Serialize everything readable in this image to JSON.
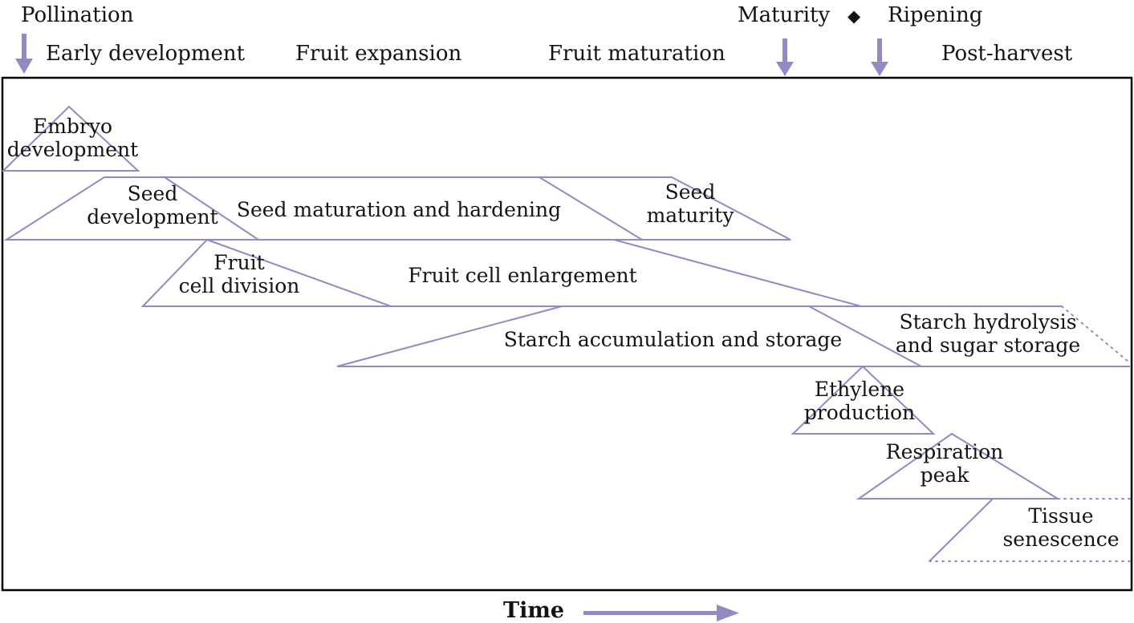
{
  "palette": {
    "line_purple": "#9589c1",
    "text": "#141414",
    "frame": "#000000"
  },
  "header": {
    "pollination": "Pollination",
    "early_development": "Early development",
    "fruit_expansion": "Fruit expansion",
    "fruit_maturation": "Fruit maturation",
    "maturity": "Maturity",
    "diamond_icon": "◆",
    "ripening": "Ripening",
    "post_harvest": "Post-harvest"
  },
  "bands": {
    "embryo": {
      "label": "Embryo\ndevelopment"
    },
    "seed_development": {
      "label": "Seed\ndevelopment"
    },
    "seed_maturation": {
      "label": "Seed maturation and hardening"
    },
    "seed_maturity": {
      "label": "Seed\nmaturity"
    },
    "fruit_cell_division": {
      "label": "Fruit\ncell division"
    },
    "fruit_cell_enlargement": {
      "label": "Fruit cell enlargement"
    },
    "starch_accumulation": {
      "label": "Starch accumulation and storage"
    },
    "starch_hydrolysis": {
      "label": "Starch hydrolysis\nand sugar storage"
    },
    "ethylene": {
      "label": "Ethylene\nproduction"
    },
    "respiration": {
      "label": "Respiration\npeak"
    },
    "tissue_senescence": {
      "label": "Tissue\nsenescence"
    }
  },
  "footer": {
    "time": "Time"
  }
}
